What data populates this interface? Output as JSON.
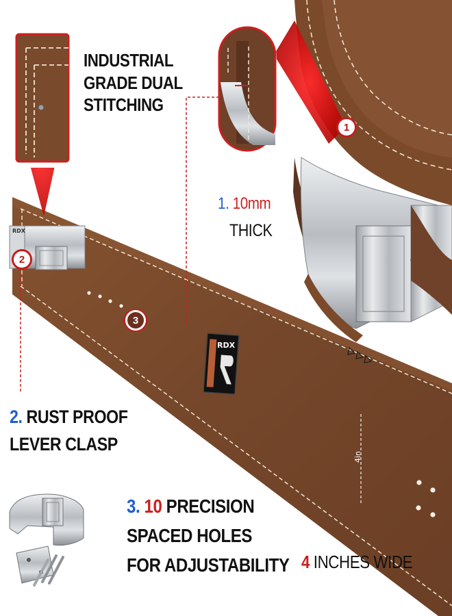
{
  "callouts": {
    "stitching": [
      "INDUSTRIAL",
      "GRADE DUAL",
      "STITCHING"
    ],
    "thick_num": "1.",
    "thick_value": "10mm",
    "thick_label": "THICK",
    "clasp_num": "2.",
    "clasp_line1": "RUST PROOF",
    "clasp_line2": "LEVER CLASP",
    "holes_num": "3.",
    "holes_count": "10",
    "holes_line1": "PRECISION",
    "holes_line2": "SPACED HOLES",
    "holes_line3": "FOR ADJUSTABILITY",
    "width_num": "4",
    "width_label": "INCHES WIDE"
  },
  "markers": {
    "m1": "1",
    "m2": "2",
    "m3": "3"
  },
  "belt": {
    "brand": "RDX",
    "clasp_brand": "RDX",
    "width_mark": "4in"
  },
  "colors": {
    "leather": "#7a4a2c",
    "leather_dark": "#5e3520",
    "stitch": "#f1e6d2",
    "steel": "#c9ccd0",
    "accent_red": "#cc1f1f",
    "accent_blue": "#1f5fd1"
  }
}
